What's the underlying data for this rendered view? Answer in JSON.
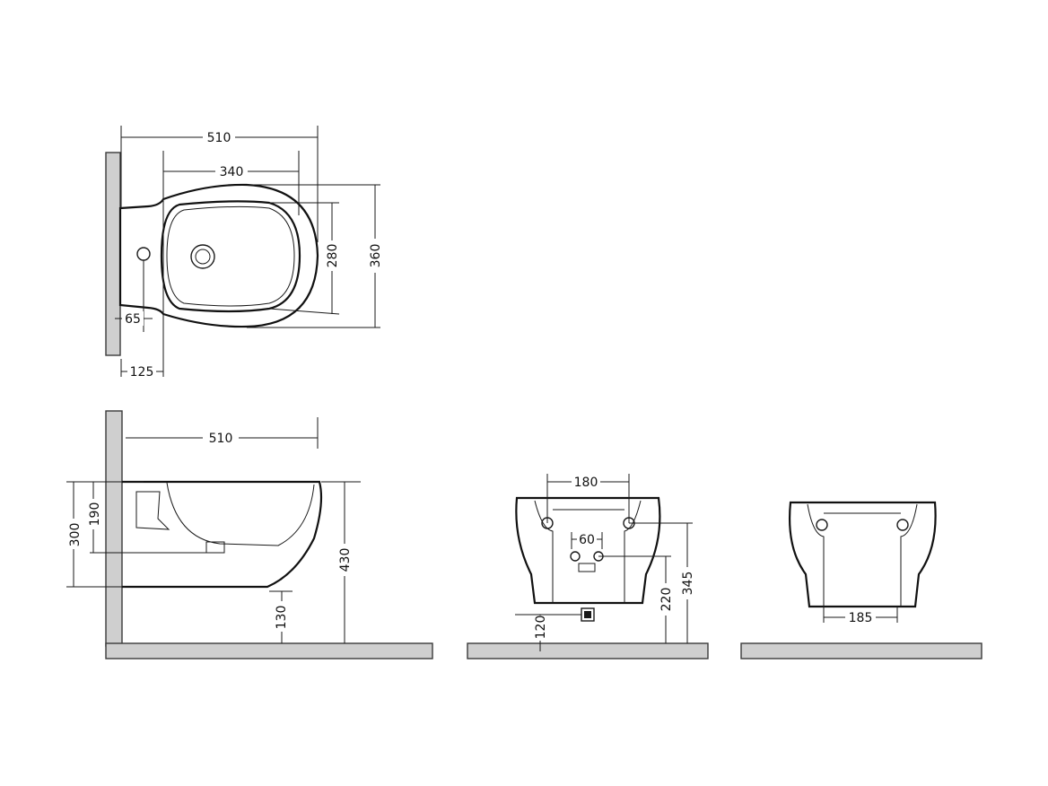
{
  "colors": {
    "line": "#1a1a1a",
    "wall_fill": "#cfcfcf",
    "background": "#ffffff"
  },
  "top_view": {
    "dim_length": "510",
    "dim_bowl_length": "340",
    "dim_bowl_width": "280",
    "dim_width": "360",
    "dim_tap_offset": "65",
    "dim_wall_to_bowl": "125"
  },
  "side_view": {
    "dim_length": "510",
    "dim_height_to_top": "300",
    "dim_inlet_height": "190",
    "dim_rim_height": "430",
    "dim_underside_clearance": "130"
  },
  "rear_view": {
    "dim_bolt_spacing": "180",
    "dim_supply_spacing": "60",
    "dim_bolt_height": "345",
    "dim_supply_height": "220",
    "dim_waste_height": "120"
  },
  "front_view": {
    "dim_bottom_width": "185"
  }
}
